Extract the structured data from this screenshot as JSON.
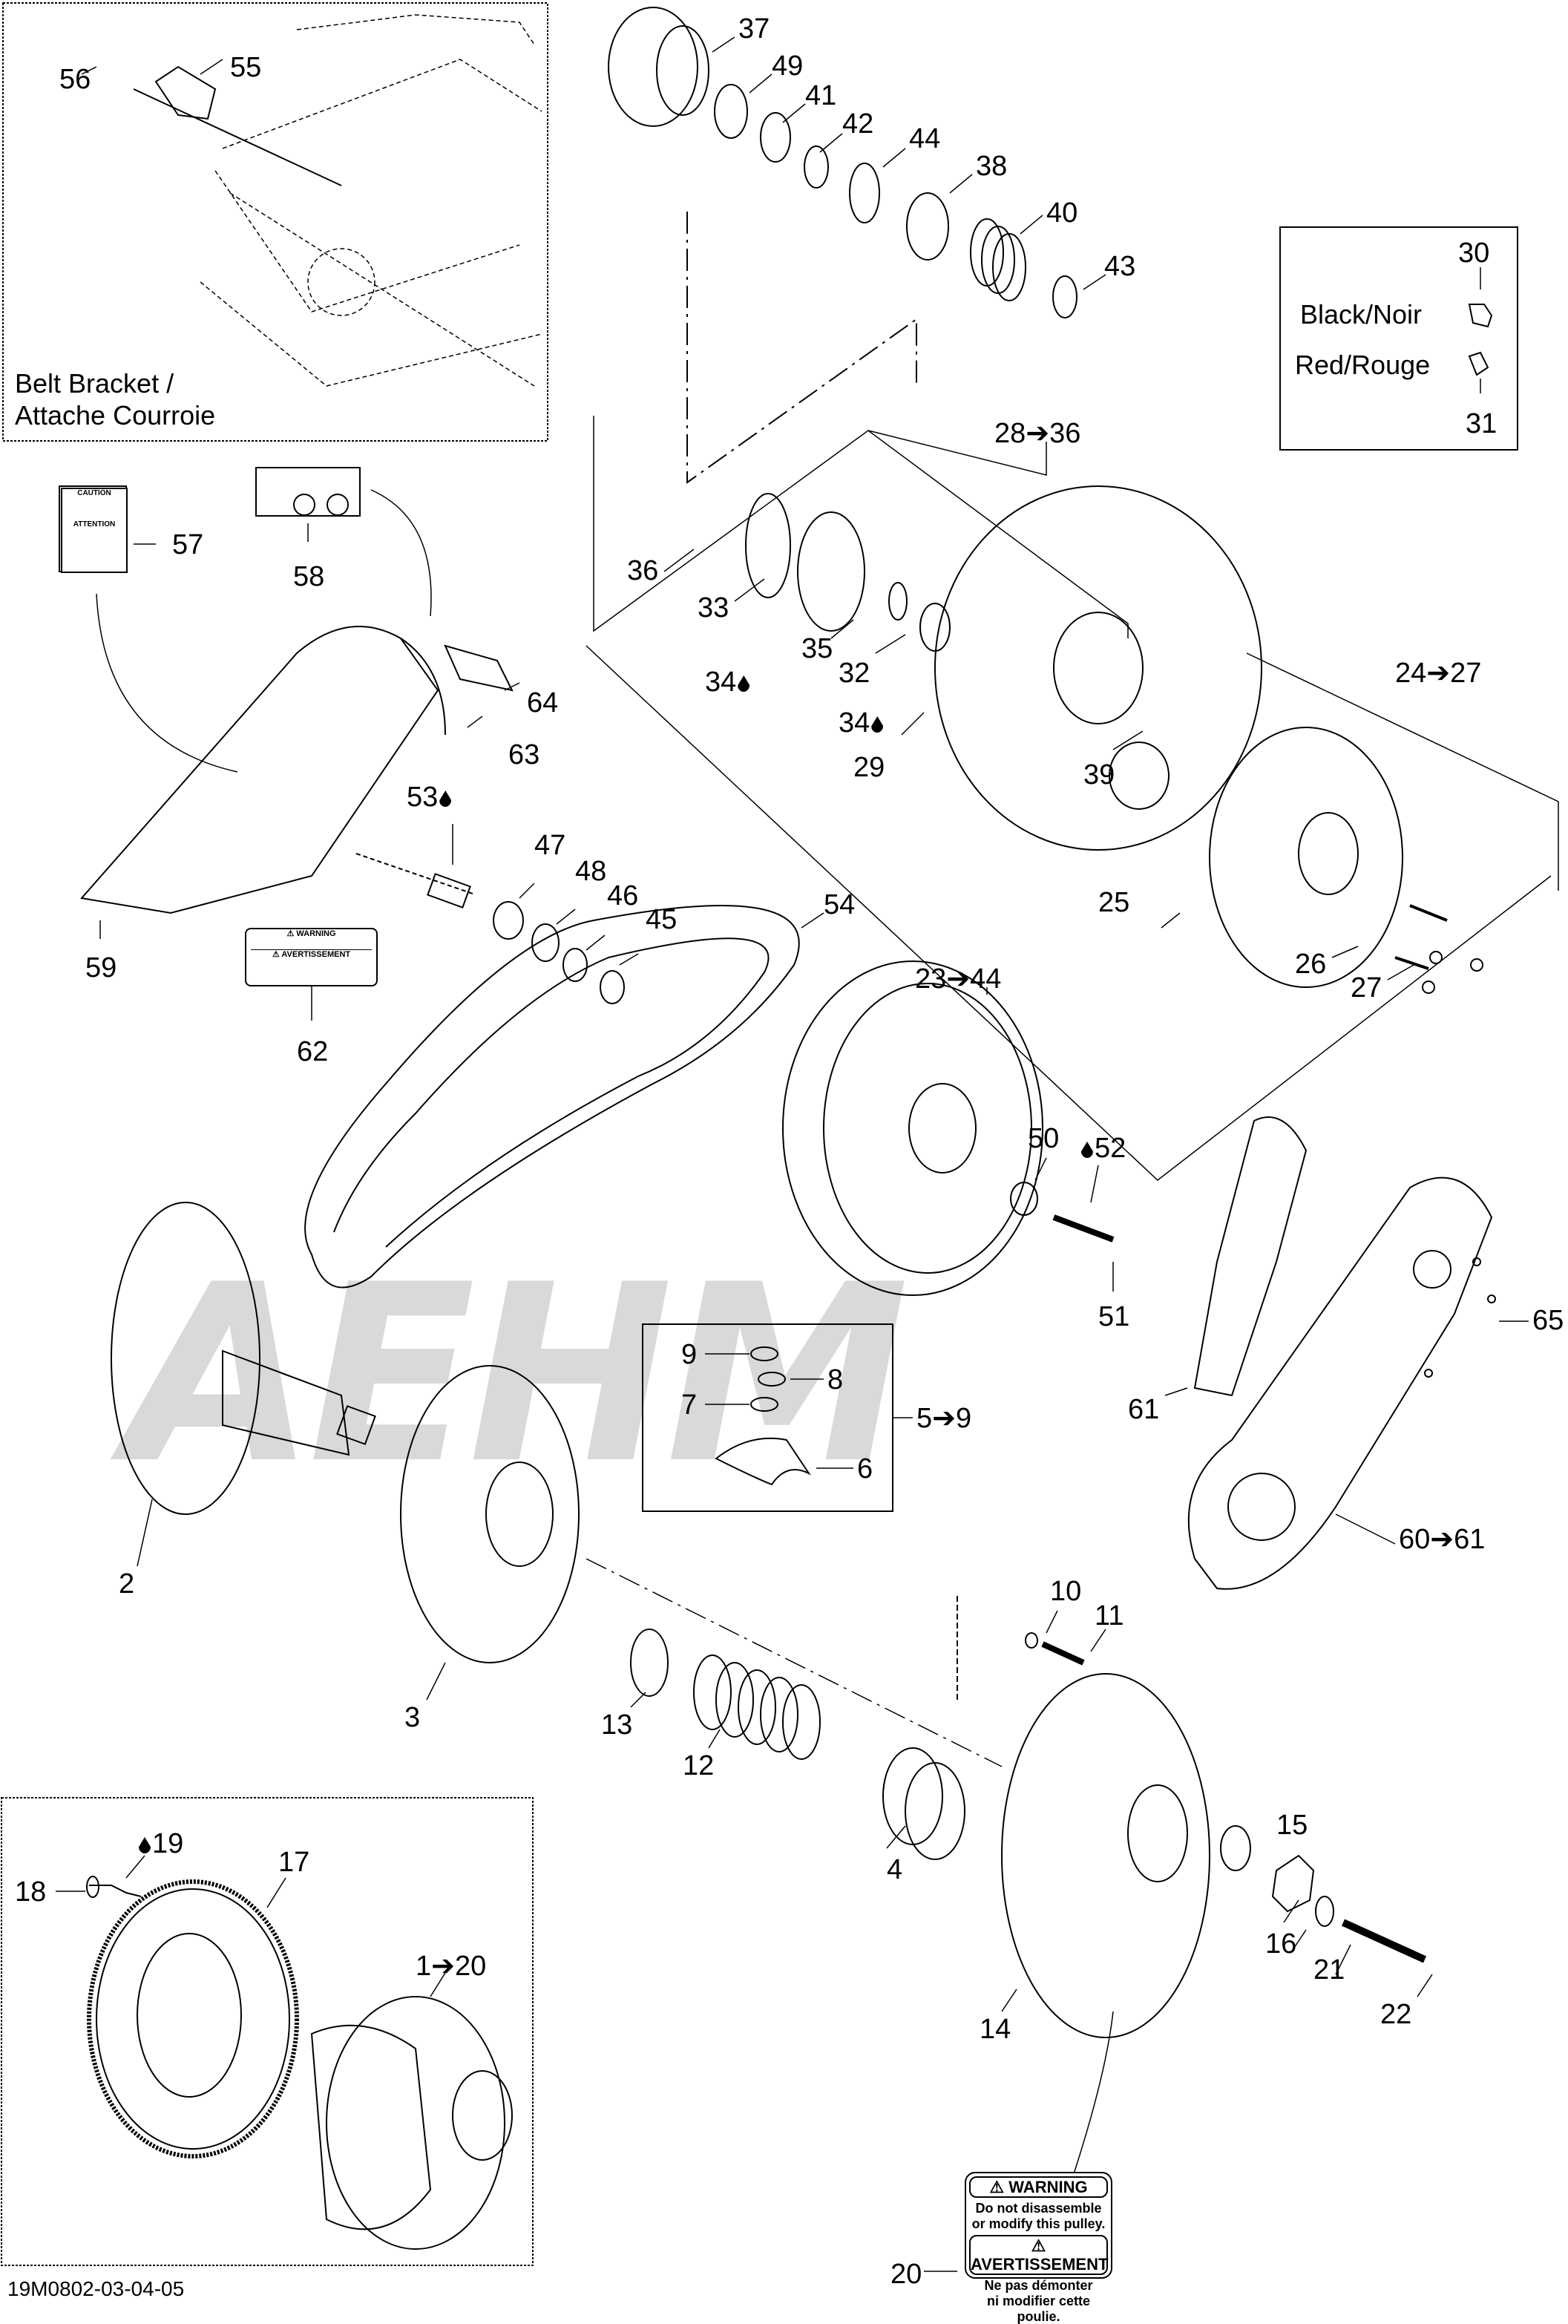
{
  "diagram": {
    "reference_code": "19M0802-03-04-05",
    "watermark": "AEHM",
    "insets": {
      "belt_bracket": {
        "title_line1": "Belt Bracket /",
        "title_line2": "Attache Courroie",
        "callouts": [
          "56",
          "55"
        ]
      },
      "color_option": {
        "black_label": "Black/Noir",
        "red_label": "Red/Rouge",
        "black_part": "30",
        "red_part": "31"
      },
      "weights_kit": {
        "callouts": [
          "9",
          "8",
          "7",
          "6"
        ],
        "range_label": "5➔9"
      },
      "ring_gear": {
        "callouts": [
          "18",
          "19",
          "17"
        ],
        "range_label": "1➔20"
      }
    },
    "callouts": [
      {
        "id": "37"
      },
      {
        "id": "49"
      },
      {
        "id": "41"
      },
      {
        "id": "42"
      },
      {
        "id": "44"
      },
      {
        "id": "38"
      },
      {
        "id": "40"
      },
      {
        "id": "43"
      },
      {
        "id": "28➔36"
      },
      {
        "id": "36"
      },
      {
        "id": "33"
      },
      {
        "id": "35"
      },
      {
        "id": "32"
      },
      {
        "id": "34"
      },
      {
        "id": "34"
      },
      {
        "id": "29"
      },
      {
        "id": "39"
      },
      {
        "id": "24➔27"
      },
      {
        "id": "25"
      },
      {
        "id": "26"
      },
      {
        "id": "27"
      },
      {
        "id": "57"
      },
      {
        "id": "58"
      },
      {
        "id": "64"
      },
      {
        "id": "63"
      },
      {
        "id": "53"
      },
      {
        "id": "59"
      },
      {
        "id": "62"
      },
      {
        "id": "47"
      },
      {
        "id": "48"
      },
      {
        "id": "46"
      },
      {
        "id": "45"
      },
      {
        "id": "54"
      },
      {
        "id": "23➔44"
      },
      {
        "id": "50"
      },
      {
        "id": "52"
      },
      {
        "id": "51"
      },
      {
        "id": "65"
      },
      {
        "id": "61"
      },
      {
        "id": "60➔61"
      },
      {
        "id": "2"
      },
      {
        "id": "3"
      },
      {
        "id": "13"
      },
      {
        "id": "12"
      },
      {
        "id": "10"
      },
      {
        "id": "11"
      },
      {
        "id": "4"
      },
      {
        "id": "14"
      },
      {
        "id": "15"
      },
      {
        "id": "16"
      },
      {
        "id": "21"
      },
      {
        "id": "22"
      },
      {
        "id": "20"
      }
    ],
    "lubricant_marked_parts": [
      "34",
      "53",
      "52",
      "19"
    ],
    "decals": {
      "pulley_warning": {
        "title_en": "WARNING",
        "text_en_1": "Do not disassemble",
        "text_en_2": "or modify this pulley.",
        "title_fr": "AVERTISSEMENT",
        "text_fr_1": "Ne pas démonter",
        "text_fr_2": "ni modifier cette poulie."
      },
      "guard_warning": {
        "title_en": "WARNING",
        "title_fr": "AVERTISSEMENT"
      },
      "caution_label": {
        "title_en": "CAUTION",
        "title_fr": "ATTENTION"
      }
    }
  }
}
